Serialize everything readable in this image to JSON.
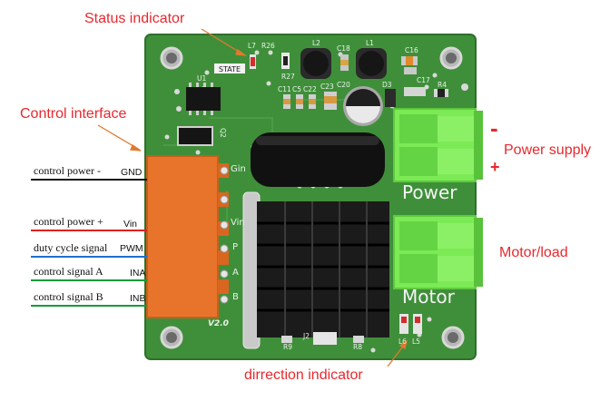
{
  "callouts": {
    "status_indicator": "Status indicator",
    "control_interface": "Control interface",
    "power_supply": "Power supply",
    "motor_load": "Motor/load",
    "direction_indicator": "dirrection indicator"
  },
  "wires": [
    {
      "label": "control power -",
      "pin": "GND",
      "color": "#111111"
    },
    {
      "label": "control power +",
      "pin": "Vin",
      "color": "#e02020"
    },
    {
      "label": "duty cycle signal",
      "pin": "PWM",
      "color": "#1e6fd0"
    },
    {
      "label": "control signal A",
      "pin": "INA",
      "color": "#169c3c"
    },
    {
      "label": "control signal B",
      "pin": "INB",
      "color": "#169c3c"
    }
  ],
  "header_pins": [
    "Gin",
    "Vin",
    "P",
    "A",
    "B"
  ],
  "board": {
    "terminal_power_label": "Power",
    "terminal_motor_label": "Motor",
    "state_label": "STATE",
    "version": "V2.0",
    "polarity_minus": "-",
    "polarity_plus": "+",
    "refs": {
      "L7": "L7",
      "R26": "R26",
      "R27": "R27",
      "L2": "L2",
      "C18": "C18",
      "L1": "L1",
      "C16": "C16",
      "C17": "C17",
      "R4": "R4",
      "U1": "U1",
      "C11": "C11",
      "C5": "C5",
      "C22": "C22",
      "C23": "C23",
      "C20": "C20",
      "D3": "D3",
      "Q2": "Q2",
      "R9": "R9",
      "J2": "J2",
      "R8": "R8",
      "L6": "L6",
      "L5": "L5"
    }
  },
  "colors": {
    "board": "#3f8f3a",
    "board_edge": "#2e7029",
    "callout": "#e8282e",
    "connector": "#e8732a",
    "terminal": "#7bea55",
    "heatsink": "#1b1b1b"
  }
}
